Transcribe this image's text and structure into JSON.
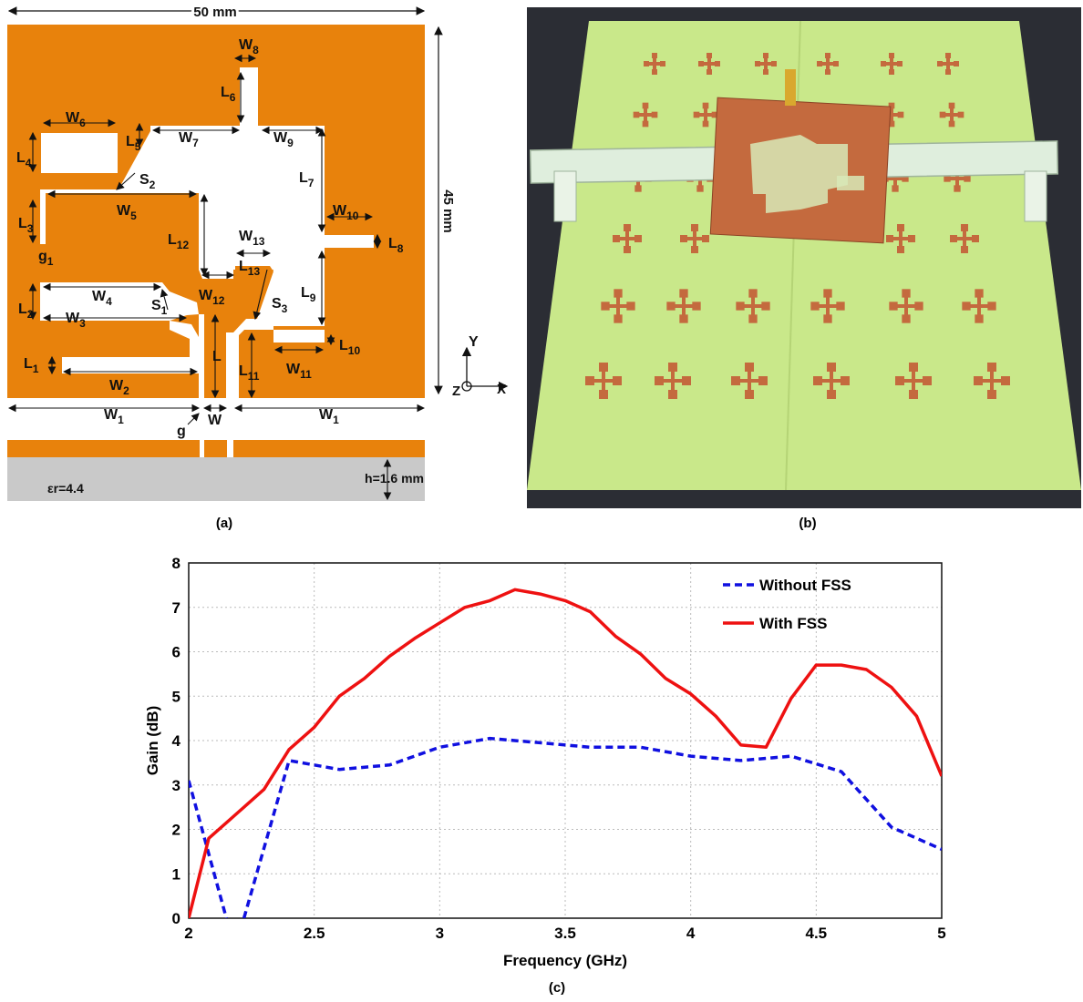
{
  "captions": {
    "a": "(a)",
    "b": "(b)",
    "c": "(c)"
  },
  "antenna": {
    "width_label": "50 mm",
    "height_label": "45 mm",
    "thickness_label": "h=1.6 mm",
    "permittivity_label": "εr=4.4",
    "axes": {
      "x": "X",
      "y": "Y",
      "z": "Z"
    },
    "colors": {
      "copper": "#e8820c",
      "substrate": "#c9c9c9",
      "slot": "#ffffff"
    },
    "dimension_labels": [
      "W8",
      "L6",
      "W6",
      "L5",
      "W7",
      "W9",
      "L4",
      "S2",
      "L7",
      "W5",
      "W10",
      "L3",
      "L12",
      "W13",
      "L8",
      "g1",
      "L13",
      "W4",
      "W12",
      "S3",
      "L9",
      "L2",
      "S1",
      "W3",
      "L",
      "L10",
      "L1",
      "W2",
      "W11",
      "L11",
      "W1",
      "g",
      "W",
      "W1"
    ]
  },
  "photo": {
    "colors": {
      "board": "#c9e88a",
      "copper": "#c46a3e",
      "support": "#dfeedd"
    }
  },
  "chart_data": {
    "type": "line",
    "title": "",
    "xlabel": "Frequency (GHz)",
    "ylabel": "Gain (dB)",
    "xlim": [
      2,
      5
    ],
    "ylim": [
      0,
      8
    ],
    "xticks": [
      "2",
      "2.5",
      "3",
      "3.5",
      "4",
      "4.5",
      "5"
    ],
    "yticks": [
      "0",
      "1",
      "2",
      "3",
      "4",
      "5",
      "6",
      "7",
      "8"
    ],
    "grid": true,
    "legend_position": "top-right",
    "series": [
      {
        "name": "Without FSS",
        "color": "#1010e0",
        "style": "dashed",
        "x": [
          2.0,
          2.15,
          2.2,
          2.22,
          2.4,
          2.5,
          2.6,
          2.8,
          3.0,
          3.2,
          3.4,
          3.6,
          3.8,
          4.0,
          4.2,
          4.4,
          4.6,
          4.8,
          5.0
        ],
        "y": [
          3.1,
          0.0,
          null,
          0.0,
          3.55,
          3.45,
          3.35,
          3.45,
          3.85,
          4.05,
          3.95,
          3.85,
          3.85,
          3.65,
          3.55,
          3.65,
          3.3,
          2.05,
          1.55
        ]
      },
      {
        "name": "With FSS",
        "color": "#ee1111",
        "style": "solid",
        "x": [
          2.0,
          2.08,
          2.2,
          2.3,
          2.4,
          2.5,
          2.6,
          2.7,
          2.8,
          2.9,
          3.0,
          3.1,
          3.2,
          3.3,
          3.4,
          3.5,
          3.6,
          3.7,
          3.8,
          3.9,
          4.0,
          4.1,
          4.2,
          4.3,
          4.4,
          4.5,
          4.6,
          4.7,
          4.8,
          4.9,
          5.0
        ],
        "y": [
          0.0,
          1.8,
          2.4,
          2.9,
          3.8,
          4.3,
          5.0,
          5.4,
          5.9,
          6.3,
          6.65,
          7.0,
          7.15,
          7.4,
          7.3,
          7.15,
          6.9,
          6.35,
          5.95,
          5.4,
          5.05,
          4.55,
          3.9,
          3.85,
          4.95,
          5.7,
          5.7,
          5.6,
          5.2,
          4.55,
          3.2
        ]
      }
    ]
  }
}
